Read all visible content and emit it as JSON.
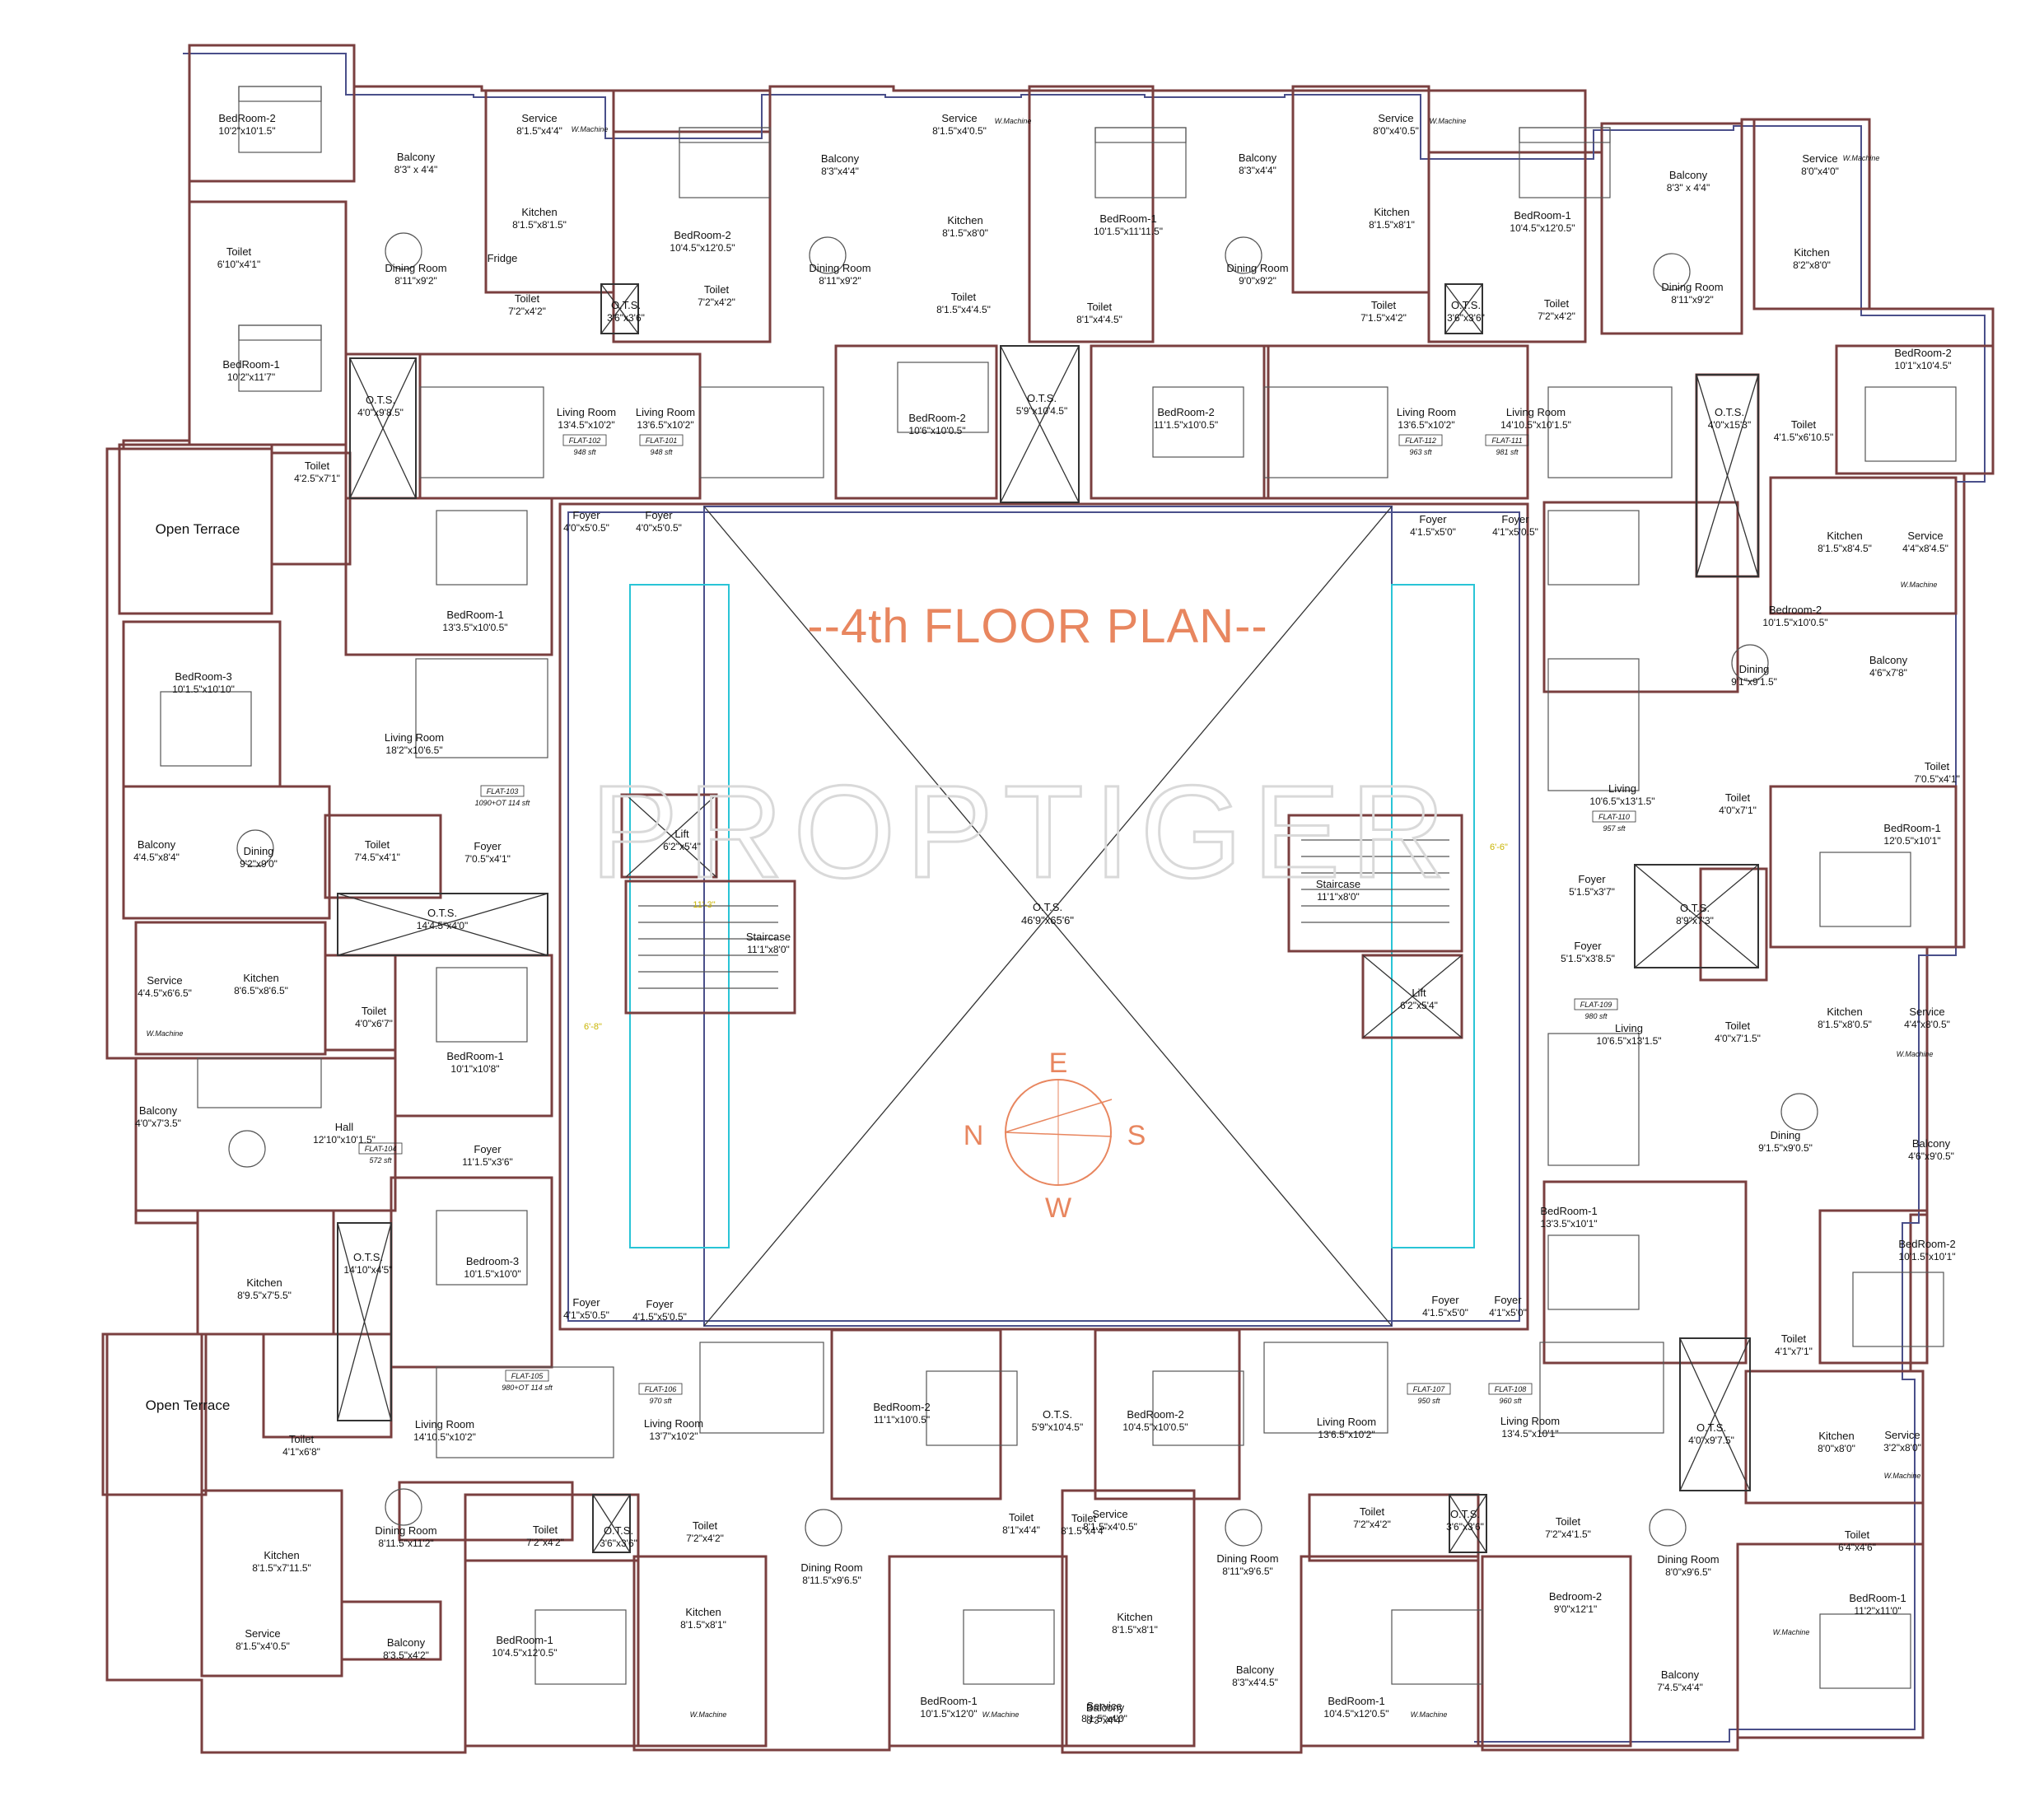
{
  "title": "--4th FLOOR PLAN--",
  "watermark": "PROPTIGER",
  "compass": {
    "n": "N",
    "e": "E",
    "s": "S",
    "w": "W"
  },
  "central_ots": {
    "name": "O.T.S.",
    "dim": "46'9\"x65'6\""
  },
  "stair_dims": {
    "left_dim": "11'-3\"",
    "left_side": "6'-8\"",
    "right_side": "6'-6\""
  },
  "rooms": [
    {
      "name": "BedRoom-2",
      "dim": "10'2\"x10'1.5\""
    },
    {
      "name": "Balcony",
      "dim": "8'3\" x 4'4\""
    },
    {
      "name": "Service",
      "dim": "8'1.5\"x4'4\""
    },
    {
      "name": "Kitchen",
      "dim": "8'1.5\"x8'1.5\""
    },
    {
      "name": "Toilet",
      "dim": "6'10\"x4'1\""
    },
    {
      "name": "Dining Room",
      "dim": "8'11\"x9'2\""
    },
    {
      "name": "Fridge",
      "dim": ""
    },
    {
      "name": "Toilet",
      "dim": "7'2\"x4'2\""
    },
    {
      "name": "O.T.S.",
      "dim": "3'6\"x3'6\""
    },
    {
      "name": "BedRoom-1",
      "dim": "10'2\"x11'7\""
    },
    {
      "name": "O.T.S.",
      "dim": "4'0\"x9'8.5\""
    },
    {
      "name": "Living Room",
      "dim": "13'4.5\"x10'2\""
    },
    {
      "name": "Toilet",
      "dim": "4'2.5\"x7'1\""
    },
    {
      "name": "Foyer",
      "dim": "4'0\"x5'0.5\""
    },
    {
      "name": "BedRoom-2",
      "dim": "10'4.5\"x12'0.5\""
    },
    {
      "name": "Balcony",
      "dim": "8'3\"x4'4\""
    },
    {
      "name": "Service",
      "dim": "8'1.5\"x4'0.5\""
    },
    {
      "name": "Kitchen",
      "dim": "8'1.5\"x8'0\""
    },
    {
      "name": "Dining Room",
      "dim": "8'11\"x9'2\""
    },
    {
      "name": "Toilet",
      "dim": "7'2\"x4'2\""
    },
    {
      "name": "Toilet",
      "dim": "8'1.5\"x4'4.5\""
    },
    {
      "name": "Living Room",
      "dim": "13'6.5\"x10'2\""
    },
    {
      "name": "Foyer",
      "dim": "4'0\"x5'0.5\""
    },
    {
      "name": "BedRoom-2",
      "dim": "10'6\"x10'0.5\""
    },
    {
      "name": "O.T.S.",
      "dim": "5'9\"x10'4.5\""
    },
    {
      "name": "BedRoom-1",
      "dim": "10'1.5\"x11'11.5\""
    },
    {
      "name": "Balcony",
      "dim": "8'3\"x4'4\""
    },
    {
      "name": "Dining Room",
      "dim": "9'0\"x9'2\""
    },
    {
      "name": "Toilet",
      "dim": "8'1\"x4'4.5\""
    },
    {
      "name": "BedRoom-2",
      "dim": "11'1.5\"x10'0.5\""
    },
    {
      "name": "Service",
      "dim": "8'0\"x4'0.5\""
    },
    {
      "name": "Kitchen",
      "dim": "8'1.5\"x8'1\""
    },
    {
      "name": "Toilet",
      "dim": "7'1.5\"x4'2\""
    },
    {
      "name": "O.T.S.",
      "dim": "3'6\"x3'6\""
    },
    {
      "name": "Living Room",
      "dim": "13'6.5\"x10'2\""
    },
    {
      "name": "Foyer",
      "dim": "4'1.5\"x5'0\""
    },
    {
      "name": "BedRoom-1",
      "dim": "10'4.5\"x12'0.5\""
    },
    {
      "name": "Toilet",
      "dim": "7'2\"x4'2\""
    },
    {
      "name": "Living Room",
      "dim": "14'10.5\"x10'1.5\""
    },
    {
      "name": "Foyer",
      "dim": "4'1\"x5'0.5\""
    },
    {
      "name": "Balcony",
      "dim": "8'3\" x 4'4\""
    },
    {
      "name": "Service",
      "dim": "8'0\"x4'0\""
    },
    {
      "name": "Kitchen",
      "dim": "8'2\"x8'0\""
    },
    {
      "name": "Dining Room",
      "dim": "8'11\"x9'2\""
    },
    {
      "name": "BedRoom-2",
      "dim": "10'1\"x10'4.5\""
    },
    {
      "name": "Toilet",
      "dim": "4'1.5\"x6'10.5\""
    },
    {
      "name": "O.T.S.",
      "dim": "4'0\"x15'3\""
    },
    {
      "name": "Kitchen",
      "dim": "8'1.5\"x8'4.5\""
    },
    {
      "name": "Service",
      "dim": "4'4\"x8'4.5\""
    },
    {
      "name": "Bedroom-2",
      "dim": "10'1.5\"x10'0.5\""
    },
    {
      "name": "Balcony",
      "dim": "4'6\"x7'8\""
    },
    {
      "name": "Dining",
      "dim": "9'1\"x9'1.5\""
    },
    {
      "name": "Toilet",
      "dim": "7'0.5\"x4'1\""
    },
    {
      "name": "Living",
      "dim": "10'6.5\"x13'1.5\""
    },
    {
      "name": "Toilet",
      "dim": "4'0\"x7'1\""
    },
    {
      "name": "BedRoom-1",
      "dim": "12'0.5\"x10'1\""
    },
    {
      "name": "Foyer",
      "dim": "5'1.5\"x3'7\""
    },
    {
      "name": "O.T.S.",
      "dim": "8'9\"x7'3\""
    },
    {
      "name": "Foyer",
      "dim": "5'1.5\"x3'8.5\""
    },
    {
      "name": "Living",
      "dim": "10'6.5\"x13'1.5\""
    },
    {
      "name": "Toilet",
      "dim": "4'0\"x7'1.5\""
    },
    {
      "name": "Kitchen",
      "dim": "8'1.5\"x8'0.5\""
    },
    {
      "name": "Service",
      "dim": "4'4\"x8'0.5\""
    },
    {
      "name": "Dining",
      "dim": "9'1.5\"x9'0.5\""
    },
    {
      "name": "Balcony",
      "dim": "4'6\"x9'0.5\""
    },
    {
      "name": "BedRoom-1",
      "dim": "13'3.5\"x10'1\""
    },
    {
      "name": "BedRoom-2",
      "dim": "10'1.5\"x10'1\""
    },
    {
      "name": "Toilet",
      "dim": "4'1\"x7'1\""
    },
    {
      "name": "O.T.S.",
      "dim": "4'0\"x9'7.5\""
    },
    {
      "name": "Kitchen",
      "dim": "8'0\"x8'0\""
    },
    {
      "name": "Service",
      "dim": "3'2\"x8'0\""
    },
    {
      "name": "Toilet",
      "dim": "6'4\"x4'6\""
    },
    {
      "name": "BedRoom-1",
      "dim": "11'2\"x11'0\""
    },
    {
      "name": "Staircase",
      "dim": "11'1\"x8'0\""
    },
    {
      "name": "Lift",
      "dim": "6'2\"x5'4\""
    },
    {
      "name": "Lift",
      "dim": "6'2\"x5'4\""
    },
    {
      "name": "Staircase",
      "dim": "11'1\"x8'0\""
    },
    {
      "name": "BedRoom-1",
      "dim": "13'3.5\"x10'0.5\""
    },
    {
      "name": "BedRoom-3",
      "dim": "10'1.5\"x10'10\""
    },
    {
      "name": "Living Room",
      "dim": "18'2\"x10'6.5\""
    },
    {
      "name": "Balcony",
      "dim": "4'4.5\"x8'4\""
    },
    {
      "name": "Dining",
      "dim": "9'2\"x9'0\""
    },
    {
      "name": "Toilet",
      "dim": "7'4.5\"x4'1\""
    },
    {
      "name": "Foyer",
      "dim": "7'0.5\"x4'1\""
    },
    {
      "name": "O.T.S.",
      "dim": "14'4.5\"x4'0\""
    },
    {
      "name": "Service",
      "dim": "4'4.5\"x6'6.5\""
    },
    {
      "name": "Kitchen",
      "dim": "8'6.5\"x8'6.5\""
    },
    {
      "name": "Toilet",
      "dim": "4'0\"x6'7\""
    },
    {
      "name": "BedRoom-1",
      "dim": "10'1\"x10'8\""
    },
    {
      "name": "Balcony",
      "dim": "4'0\"x7'3.5\""
    },
    {
      "name": "Hall",
      "dim": "12'10\"x10'1.5\""
    },
    {
      "name": "Foyer",
      "dim": "11'1.5\"x3'6\""
    },
    {
      "name": "Bedroom-3",
      "dim": "10'1.5\"x10'0\""
    },
    {
      "name": "Kitchen",
      "dim": "8'9.5\"x7'5.5\""
    },
    {
      "name": "O.T.S.",
      "dim": "14'10\"x4'5\""
    },
    {
      "name": "Foyer",
      "dim": "4'1\"x5'0.5\""
    },
    {
      "name": "Foyer",
      "dim": "4'1.5\"x5'0.5\""
    },
    {
      "name": "Toilet",
      "dim": "4'1\"x6'8\""
    },
    {
      "name": "Living Room",
      "dim": "14'10.5\"x10'2\""
    },
    {
      "name": "Living Room",
      "dim": "13'7\"x10'2\""
    },
    {
      "name": "BedRoom-2",
      "dim": "11'1\"x10'0.5\""
    },
    {
      "name": "O.T.S.",
      "dim": "5'9\"x10'4.5\""
    },
    {
      "name": "BedRoom-2",
      "dim": "10'4.5\"x10'0.5\""
    },
    {
      "name": "Living Room",
      "dim": "13'6.5\"x10'2\""
    },
    {
      "name": "Living Room",
      "dim": "13'4.5\"x10'1\""
    },
    {
      "name": "Foyer",
      "dim": "4'1.5\"x5'0\""
    },
    {
      "name": "Foyer",
      "dim": "4'1\"x5'0\""
    },
    {
      "name": "Kitchen",
      "dim": "8'1.5\"x7'11.5\""
    },
    {
      "name": "Dining Room",
      "dim": "8'11.5\"x11'2\""
    },
    {
      "name": "Toilet",
      "dim": "7'2\"x4'2\""
    },
    {
      "name": "O.T.S.",
      "dim": "3'6\"x3'6\""
    },
    {
      "name": "Toilet",
      "dim": "7'2\"x4'2\""
    },
    {
      "name": "Service",
      "dim": "8'1.5\"x4'0.5\""
    },
    {
      "name": "Balcony",
      "dim": "8'3.5\"x4'2\""
    },
    {
      "name": "BedRoom-1",
      "dim": "10'4.5\"x12'0.5\""
    },
    {
      "name": "Kitchen",
      "dim": "8'1.5\"x8'1\""
    },
    {
      "name": "Dining Room",
      "dim": "8'11.5\"x9'6.5\""
    },
    {
      "name": "Toilet",
      "dim": "8'1\"x4'4\""
    },
    {
      "name": "Service",
      "dim": "8'1.5\"x4'0.5\""
    },
    {
      "name": "Balcony",
      "dim": "8'3\"x4'4\""
    },
    {
      "name": "BedRoom-1",
      "dim": "10'1.5\"x12'0\""
    },
    {
      "name": "Toilet",
      "dim": "8'1.5\"x4'4\""
    },
    {
      "name": "Kitchen",
      "dim": "8'1.5\"x8'1\""
    },
    {
      "name": "Service",
      "dim": "8'1.5\"x4'0\""
    },
    {
      "name": "Dining Room",
      "dim": "8'11\"x9'6.5\""
    },
    {
      "name": "Balcony",
      "dim": "8'3\"x4'4.5\""
    },
    {
      "name": "Toilet",
      "dim": "7'2\"x4'2\""
    },
    {
      "name": "O.T.S.",
      "dim": "3'6\"x3'6\""
    },
    {
      "name": "Toilet",
      "dim": "7'2\"x4'1.5\""
    },
    {
      "name": "Bedroom-2",
      "dim": "9'0\"x12'1\""
    },
    {
      "name": "BedRoom-1",
      "dim": "10'4.5\"x12'0.5\""
    },
    {
      "name": "Dining Room",
      "dim": "8'0\"x9'6.5\""
    },
    {
      "name": "Balcony",
      "dim": "7'4.5\"x4'4\""
    }
  ],
  "flats": [
    {
      "name": "FLAT-102",
      "area": "948 sft"
    },
    {
      "name": "FLAT-101",
      "area": "948 sft"
    },
    {
      "name": "FLAT-112",
      "area": "963 sft"
    },
    {
      "name": "FLAT-111",
      "area": "981 sft"
    },
    {
      "name": "FLAT-103",
      "area": "1090+OT 114 sft"
    },
    {
      "name": "FLAT-110",
      "area": "957 sft"
    },
    {
      "name": "FLAT-109",
      "area": "980 sft"
    },
    {
      "name": "FLAT-104",
      "area": "572 sft"
    },
    {
      "name": "FLAT-105",
      "area": "980+OT 114 sft"
    },
    {
      "name": "FLAT-106",
      "area": "970 sft"
    },
    {
      "name": "FLAT-107",
      "area": "950 sft"
    },
    {
      "name": "FLAT-108",
      "area": "960 sft"
    }
  ],
  "terraces": [
    "Open Terrace",
    "Open Terrace"
  ],
  "appliances": {
    "washer": "W.Machine"
  }
}
